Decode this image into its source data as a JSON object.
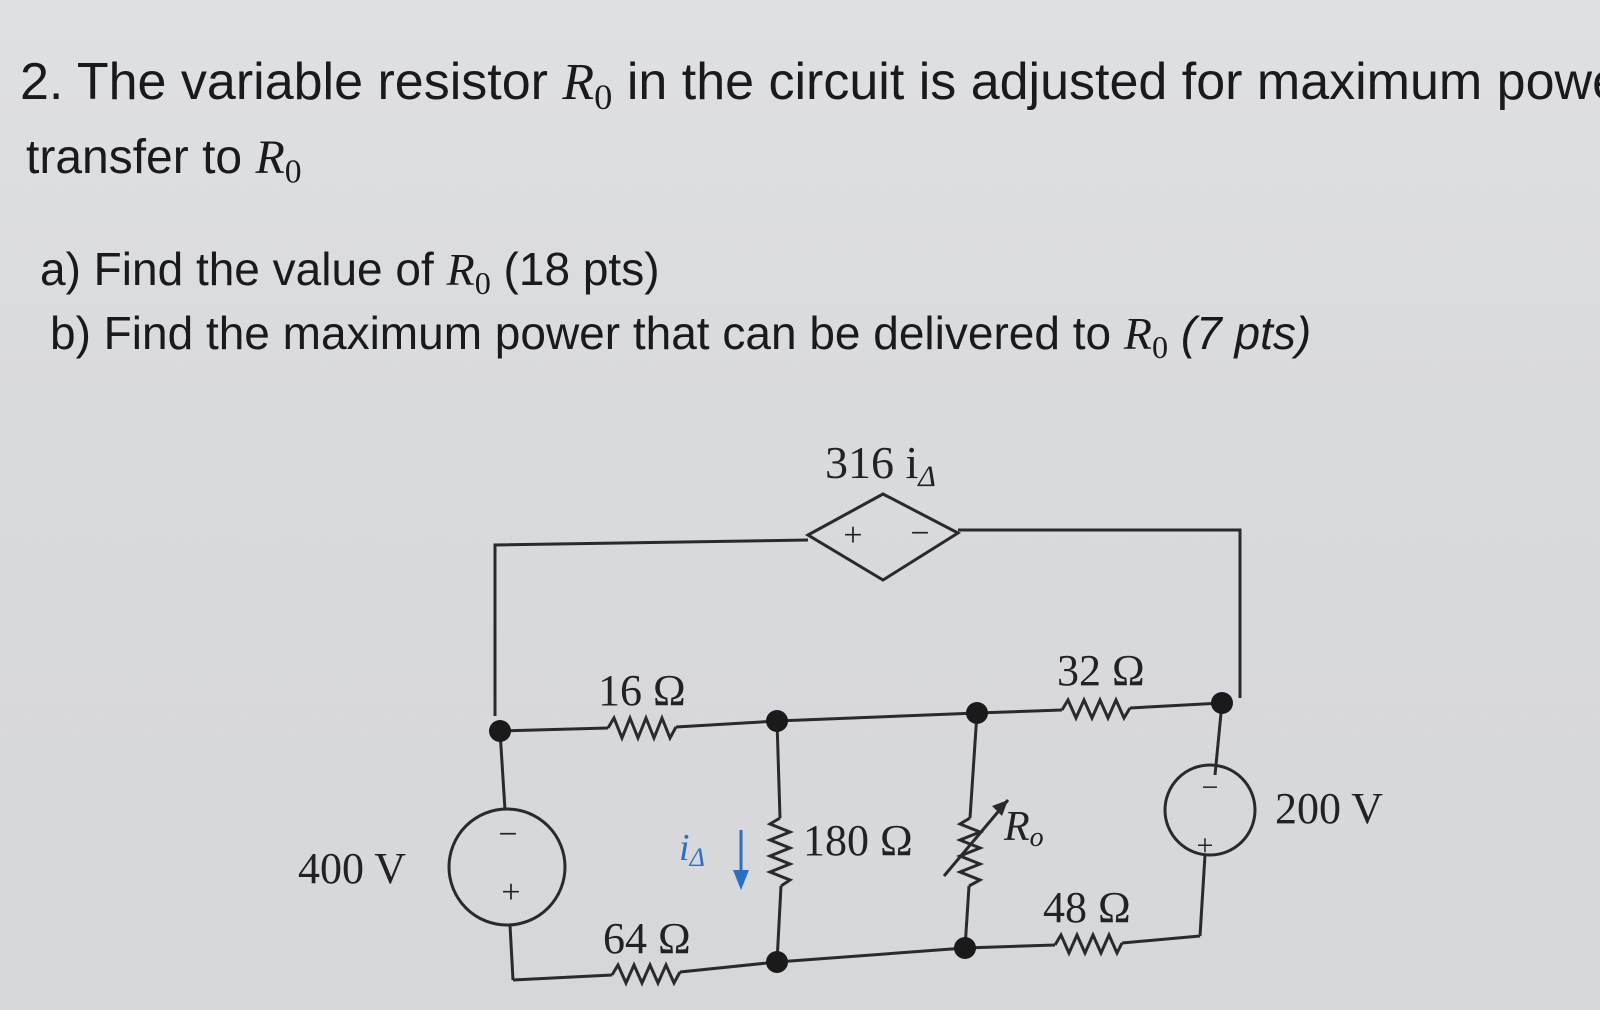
{
  "problem": {
    "line1_pre": "2. The variable resistor ",
    "line1_post": " in the circuit is adjusted for maximum power",
    "line2_pre": "transfer to ",
    "part_a_pre": "a) Find the value of ",
    "part_a_post": " (18 pts)",
    "part_b_pre": "b) Find the maximum power that can be delivered to ",
    "part_b_post": " (7 pts)",
    "symbol_R": "R",
    "symbol_sub": "0"
  },
  "circuit": {
    "dependent_source_label": "316 i",
    "dependent_source_sub": "Δ",
    "plus": "+",
    "minus": "−",
    "r16": "16 Ω",
    "r32": "32 Ω",
    "r180": "180 Ω",
    "r64": "64 Ω",
    "r48": "48 Ω",
    "ro_label": "R",
    "ro_sub": "o",
    "current_label": "i",
    "current_sub": "Δ",
    "v400": "400 V",
    "v200": "200 V",
    "current_arrow_color": "#2a6fc0"
  }
}
